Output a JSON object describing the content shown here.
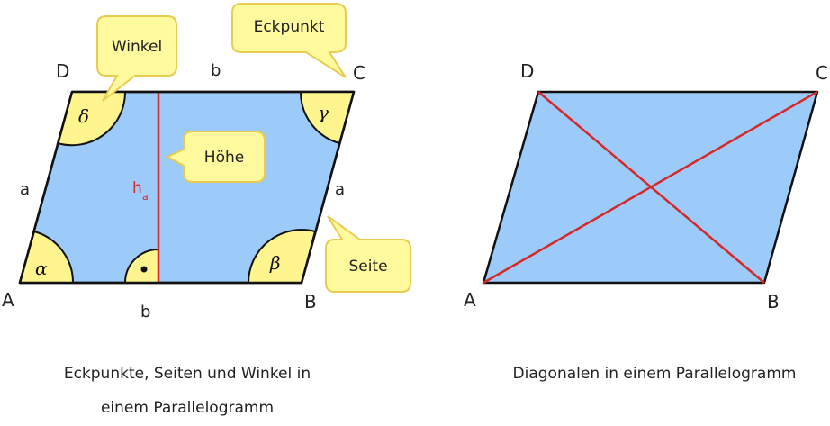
{
  "colors": {
    "fill": "#9dcbf9",
    "stroke": "#111111",
    "angle_fill": "#fff58f",
    "callout_fill": "#fffa9e",
    "callout_stroke": "#e8cc52",
    "line_red": "#d62828"
  },
  "left_figure": {
    "vertices": {
      "A": "A",
      "B": "B",
      "C": "C",
      "D": "D"
    },
    "sides": {
      "top": "b",
      "bottom": "b",
      "left": "a",
      "right": "a"
    },
    "angles": {
      "alpha": "α",
      "beta": "β",
      "gamma": "γ",
      "delta": "δ"
    },
    "height_label": "h",
    "height_sub": "a",
    "callouts": {
      "winkel": "Winkel",
      "eckpunkt": "Eckpunkt",
      "hoehe": "Höhe",
      "seite": "Seite"
    },
    "caption_line1": "Eckpunkte, Seiten und Winkel in",
    "caption_line2": "einem Parallelogramm"
  },
  "right_figure": {
    "vertices": {
      "A": "A",
      "B": "B",
      "C": "C",
      "D": "D"
    },
    "caption": "Diagonalen in einem Parallelogramm"
  }
}
